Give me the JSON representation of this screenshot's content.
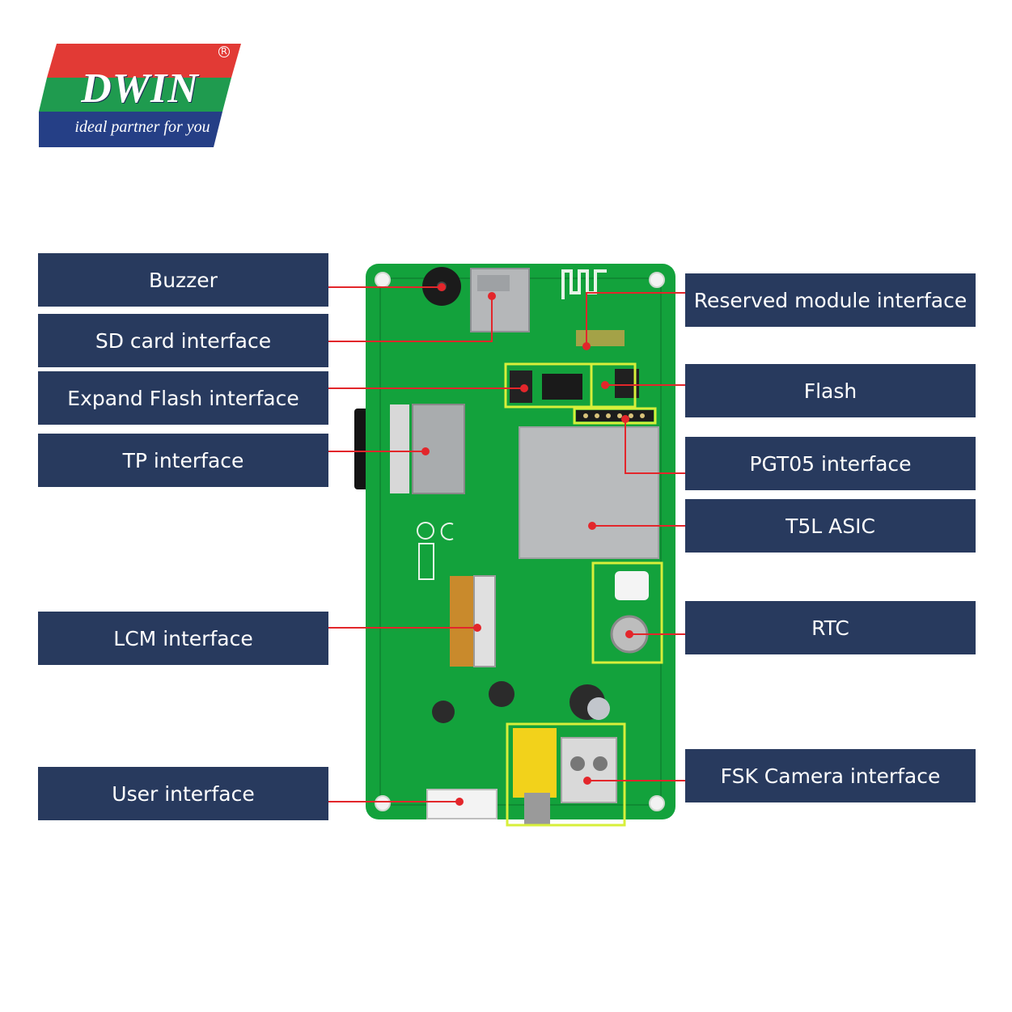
{
  "logo": {
    "brand": "DWIN",
    "tagline": "ideal partner for you",
    "registered": "R",
    "colors": {
      "red": "#e23a35",
      "green": "#1f9b4f",
      "blue": "#253f86"
    }
  },
  "board": {
    "pcb_color": "#13a23c",
    "highlight_color": "#d7ef3a",
    "line_color": "#e3262b"
  },
  "labels_left": [
    {
      "id": "buzzer",
      "text": "Buzzer"
    },
    {
      "id": "sd",
      "text": "SD card interface"
    },
    {
      "id": "flash_expand",
      "text": "Expand Flash interface"
    },
    {
      "id": "tp",
      "text": "TP interface"
    },
    {
      "id": "lcm",
      "text": "LCM interface"
    },
    {
      "id": "user",
      "text": "User interface"
    }
  ],
  "labels_right": [
    {
      "id": "reserved",
      "text": "Reserved module interface"
    },
    {
      "id": "flash",
      "text": "Flash"
    },
    {
      "id": "pgt05",
      "text": "PGT05 interface"
    },
    {
      "id": "t5l",
      "text": "T5L ASIC"
    },
    {
      "id": "rtc",
      "text": "RTC"
    },
    {
      "id": "fsk",
      "text": "FSK Camera interface"
    }
  ]
}
